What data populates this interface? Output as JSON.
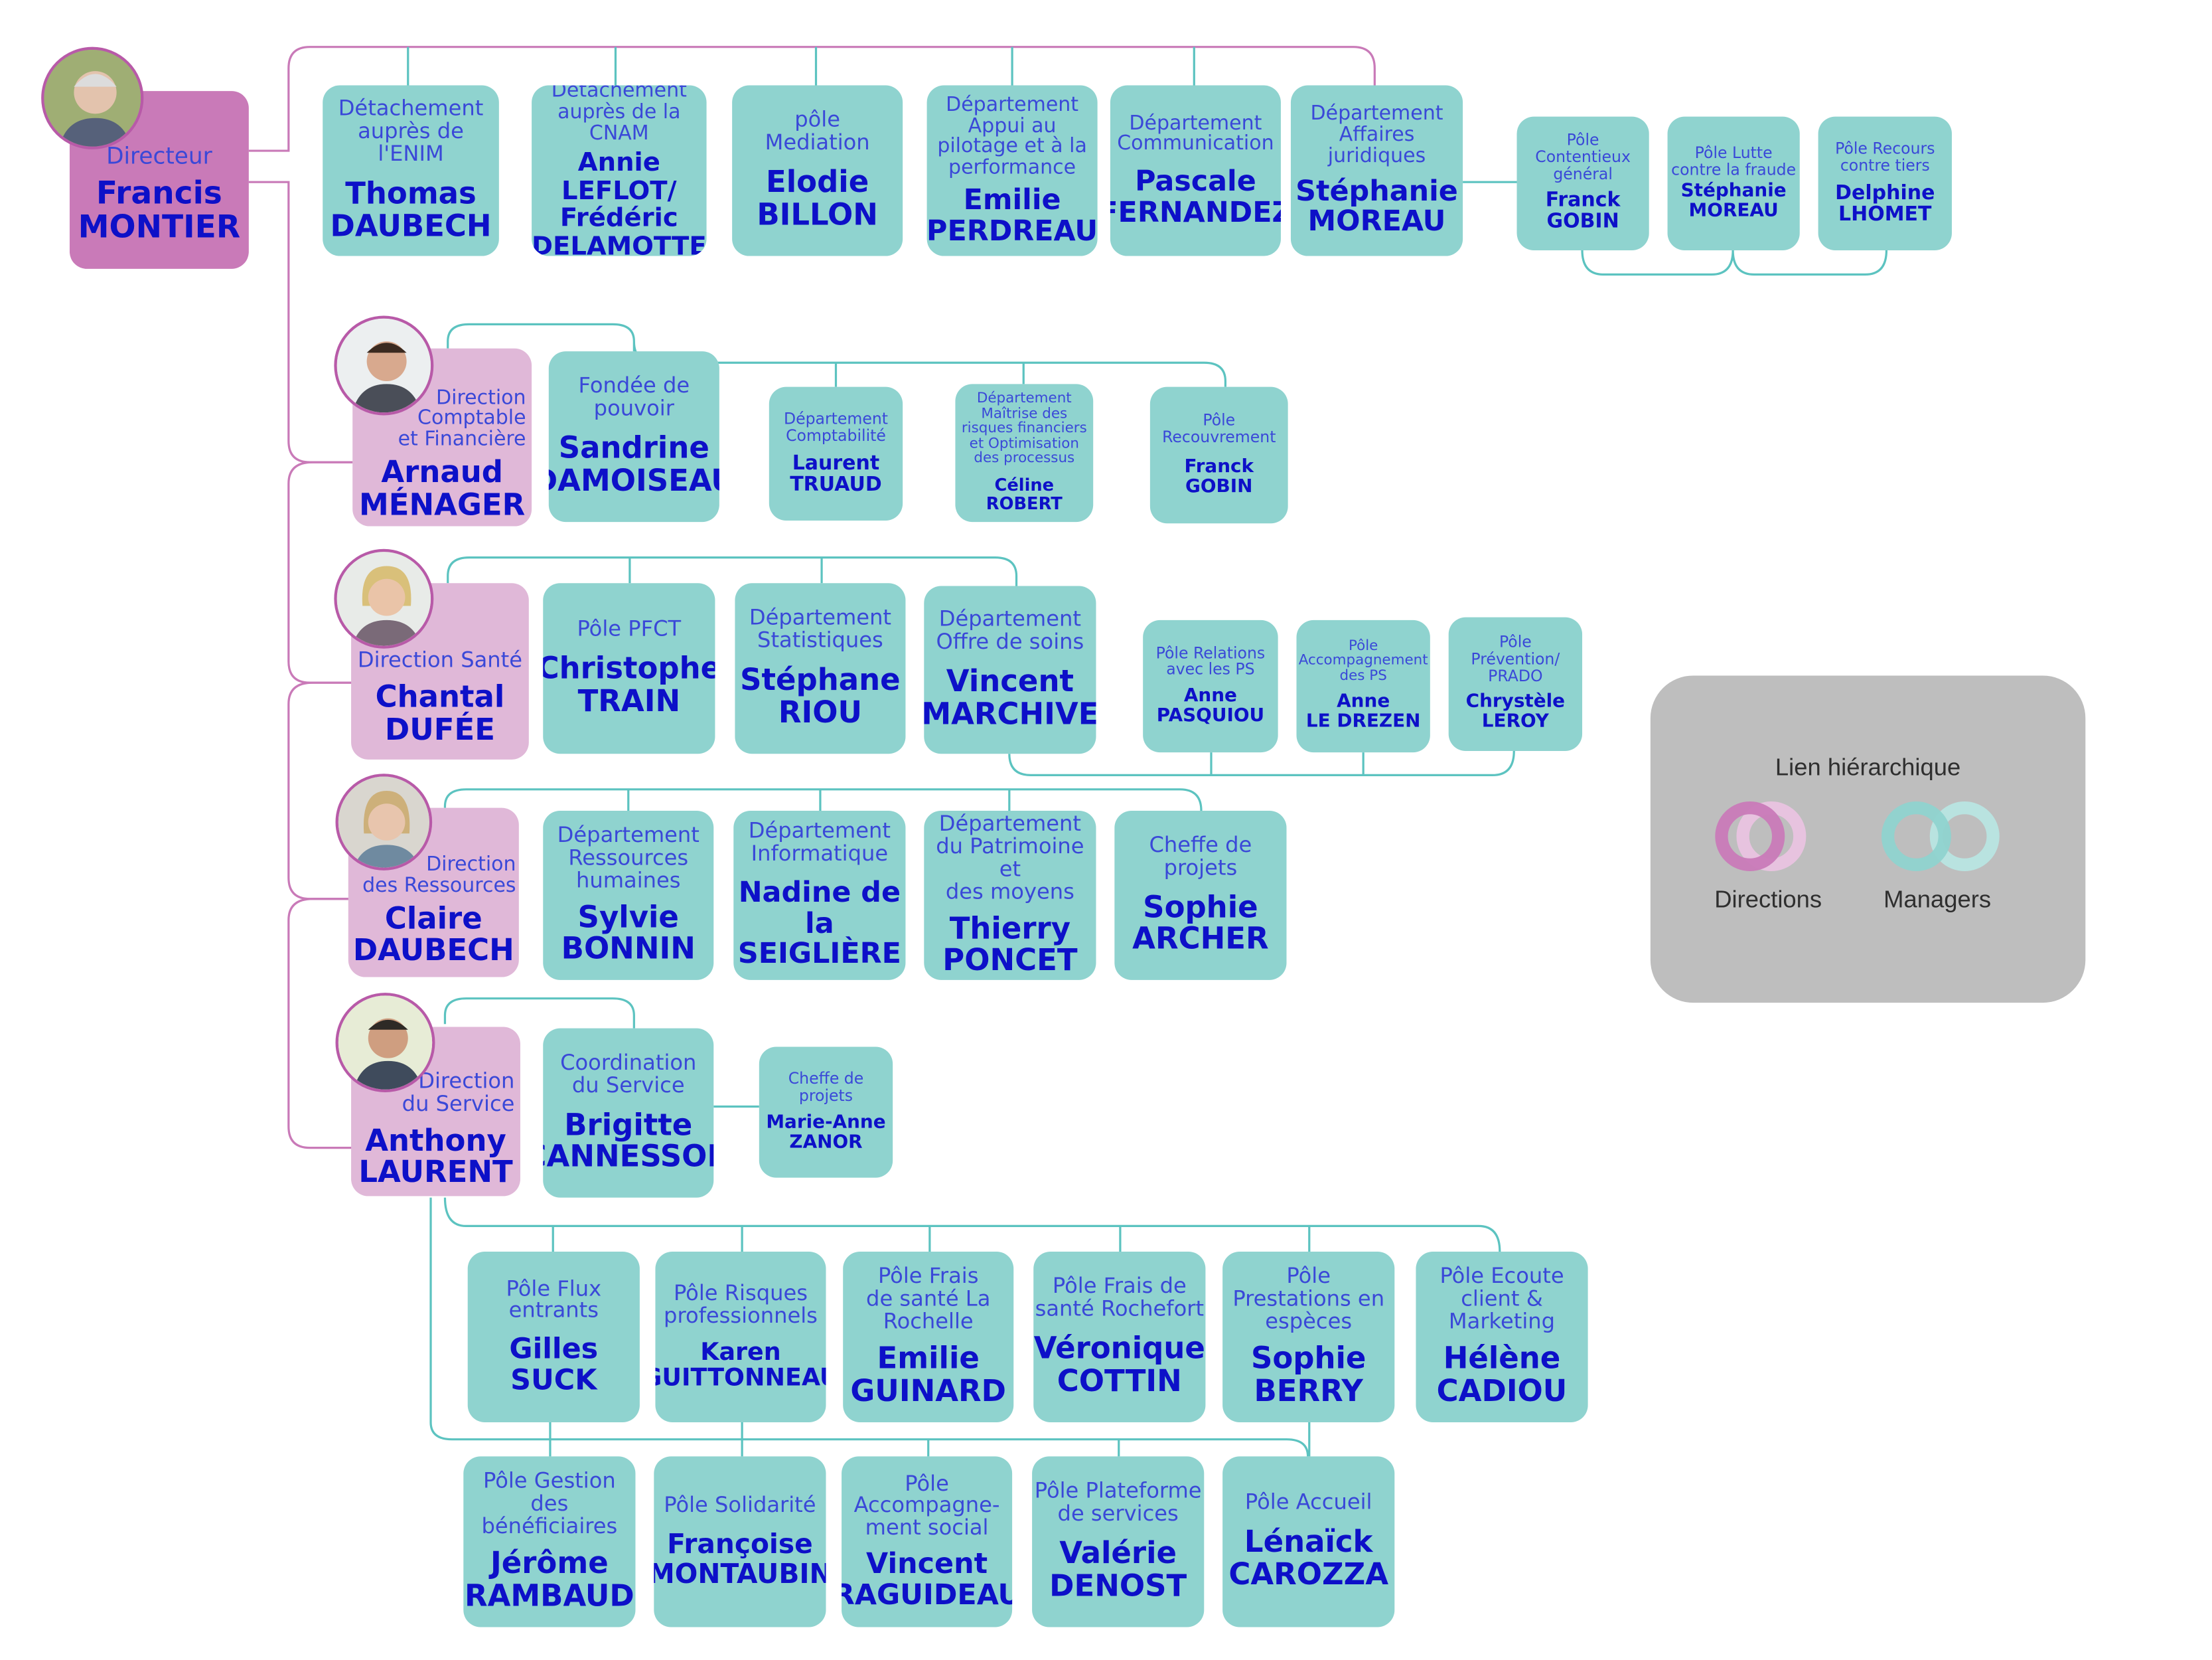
{
  "colors": {
    "manager_box": "#8fd3cf",
    "direction_box": "#e0b8d8",
    "director_box": "#c97ab8",
    "link_direction": "#c97ab8",
    "link_manager": "#5cc3c0",
    "title_text": "#3a48d8",
    "name_text": "#0d10c8",
    "legend_bg": "#bebebe"
  },
  "director": {
    "title": "Directeur",
    "name": "Francis\nMONTIER"
  },
  "top_row": [
    {
      "title": "Détachement\nauprès de\nl'ENIM",
      "name": "Thomas\nDAUBECH"
    },
    {
      "title": "Détachement\nauprès de la\nCNAM",
      "name": "Annie LEFLOT/\nFrédéric\nDELAMOTTE"
    },
    {
      "title": "pôle\nMediation",
      "name": "Elodie\nBILLON"
    },
    {
      "title": "Département\nAppui au\npilotage et à la\nperformance",
      "name": "Emilie\nPERDREAU"
    },
    {
      "title": "Département\nCommunication",
      "name": "Pascale\nFERNANDEZ"
    },
    {
      "title": "Département\nAffaires\njuridiques",
      "name": "Stéphanie\nMOREAU"
    }
  ],
  "juridique_poles": [
    {
      "title": "Pôle\nContentieux\ngénéral",
      "name": "Franck\nGOBIN"
    },
    {
      "title": "Pôle Lutte\ncontre la fraude",
      "name": "Stéphanie\nMOREAU"
    },
    {
      "title": "Pôle Recours\ncontre tiers",
      "name": "Delphine\nLHOMET"
    }
  ],
  "dcf": {
    "title": "Direction\nComptable\net Financière",
    "name": "Arnaud\nMÉNAGER",
    "units": [
      {
        "title": "Fondée de\npouvoir",
        "name": "Sandrine\nDAMOISEAU"
      },
      {
        "title": "Département\nComptabilité",
        "name": "Laurent\nTRUAUD"
      },
      {
        "title": "Département\nMaîtrise des\nrisques financiers\net Optimisation\ndes processus",
        "name": "Céline ROBERT"
      },
      {
        "title": "Pôle\nRecouvrement",
        "name": "Franck GOBIN"
      }
    ]
  },
  "sante": {
    "title": "Direction Santé",
    "name": "Chantal\nDUFÉE",
    "units": [
      {
        "title": "Pôle PFCT",
        "name": "Christophe\nTRAIN"
      },
      {
        "title": "Département\nStatistiques",
        "name": "Stéphane\nRIOU"
      },
      {
        "title": "Département\nOffre de soins",
        "name": "Vincent\nMARCHIVE"
      }
    ],
    "poles": [
      {
        "title": "Pôle Relations\navec les PS",
        "name": "Anne\nPASQUIOU"
      },
      {
        "title": "Pôle\nAccompagnement\ndes PS",
        "name": "Anne\nLE DREZEN"
      },
      {
        "title": "Pôle\nPrévention/\nPRADO",
        "name": "Chrystèle\nLEROY"
      }
    ]
  },
  "ressources": {
    "title": "Direction\ndes Ressources",
    "name": "Claire\nDAUBECH",
    "units": [
      {
        "title": "Département\nRessources\nhumaines",
        "name": "Sylvie\nBONNIN"
      },
      {
        "title": "Département\nInformatique",
        "name": "Nadine de la\nSEIGLIÈRE"
      },
      {
        "title": "Département\ndu Patrimoine et\ndes moyens",
        "name": "Thierry\nPONCET"
      },
      {
        "title": "Cheffe de\nprojets",
        "name": "Sophie\nARCHER"
      }
    ]
  },
  "service": {
    "title": "Direction\ndu Service",
    "name": "Anthony\nLAURENT",
    "coordination": {
      "title": "Coordination\ndu Service",
      "name": "Brigitte\nCANNESSON"
    },
    "cheffe": {
      "title": "Cheffe de\nprojets",
      "name": "Marie-Anne\nZANOR"
    },
    "row1": [
      {
        "title": "Pôle Flux\nentrants",
        "name": "Gilles SUCK"
      },
      {
        "title": "Pôle Risques\nprofessionnels",
        "name": "Karen\nGUITTONNEAU"
      },
      {
        "title": "Pôle Frais\nde santé  La\nRochelle",
        "name": "Emilie\nGUINARD"
      },
      {
        "title": "Pôle Frais de\nsanté Rochefort",
        "name": "Véronique\nCOTTIN"
      },
      {
        "title": "Pôle\nPrestations en\nespèces",
        "name": "Sophie\nBERRY"
      },
      {
        "title": "Pôle Ecoute\nclient &\nMarketing",
        "name": "Hélène\nCADIOU"
      }
    ],
    "row2": [
      {
        "title": "Pôle Gestion\ndes\nbénéficiaires",
        "name": "Jérôme\nRAMBAUD"
      },
      {
        "title": "Pôle Solidarité",
        "name": "Françoise\nMONTAUBIN"
      },
      {
        "title": "Pôle\nAccompagne-\nment social",
        "name": "Vincent\nRAGUIDEAU"
      },
      {
        "title": "Pôle Plateforme\nde services",
        "name": "Valérie\nDENOST"
      },
      {
        "title": "Pôle Accueil",
        "name": "Lénaïck\nCAROZZA"
      }
    ]
  },
  "legend": {
    "title": "Lien hiérarchique",
    "directions_label": "Directions",
    "managers_label": "Managers"
  }
}
